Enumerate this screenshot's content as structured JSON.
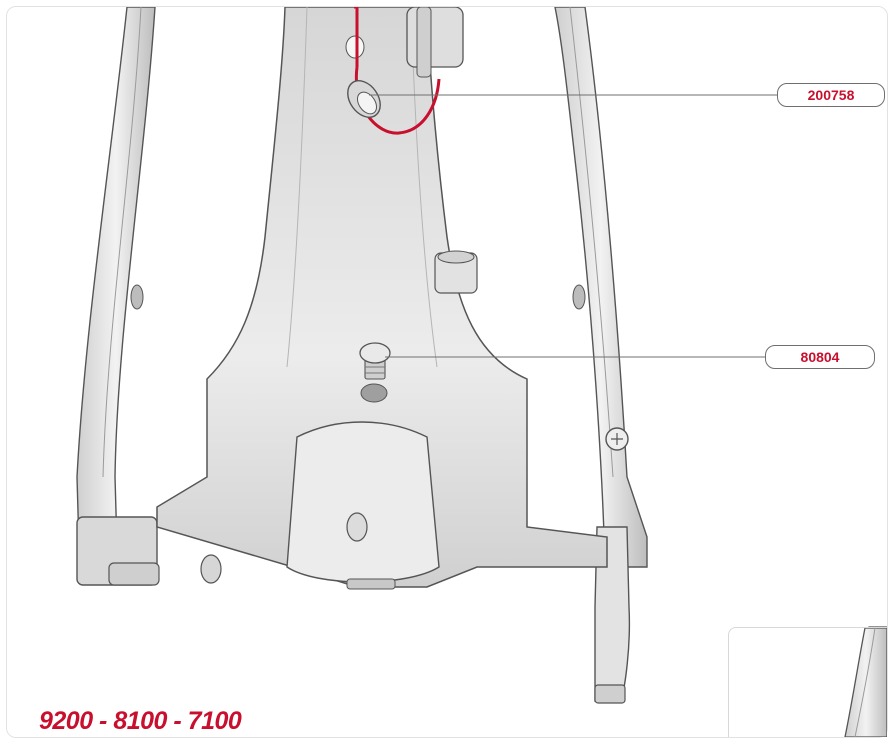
{
  "diagram": {
    "callouts": [
      {
        "id": "callout-1",
        "part_number": "200758"
      },
      {
        "id": "callout-2",
        "part_number": "80804"
      }
    ],
    "model_label": "9200 - 8100 - 7100"
  },
  "colors": {
    "accent_red": "#c8102e",
    "frame_gray": "#e6e6e6",
    "frame_outline": "#555555"
  }
}
